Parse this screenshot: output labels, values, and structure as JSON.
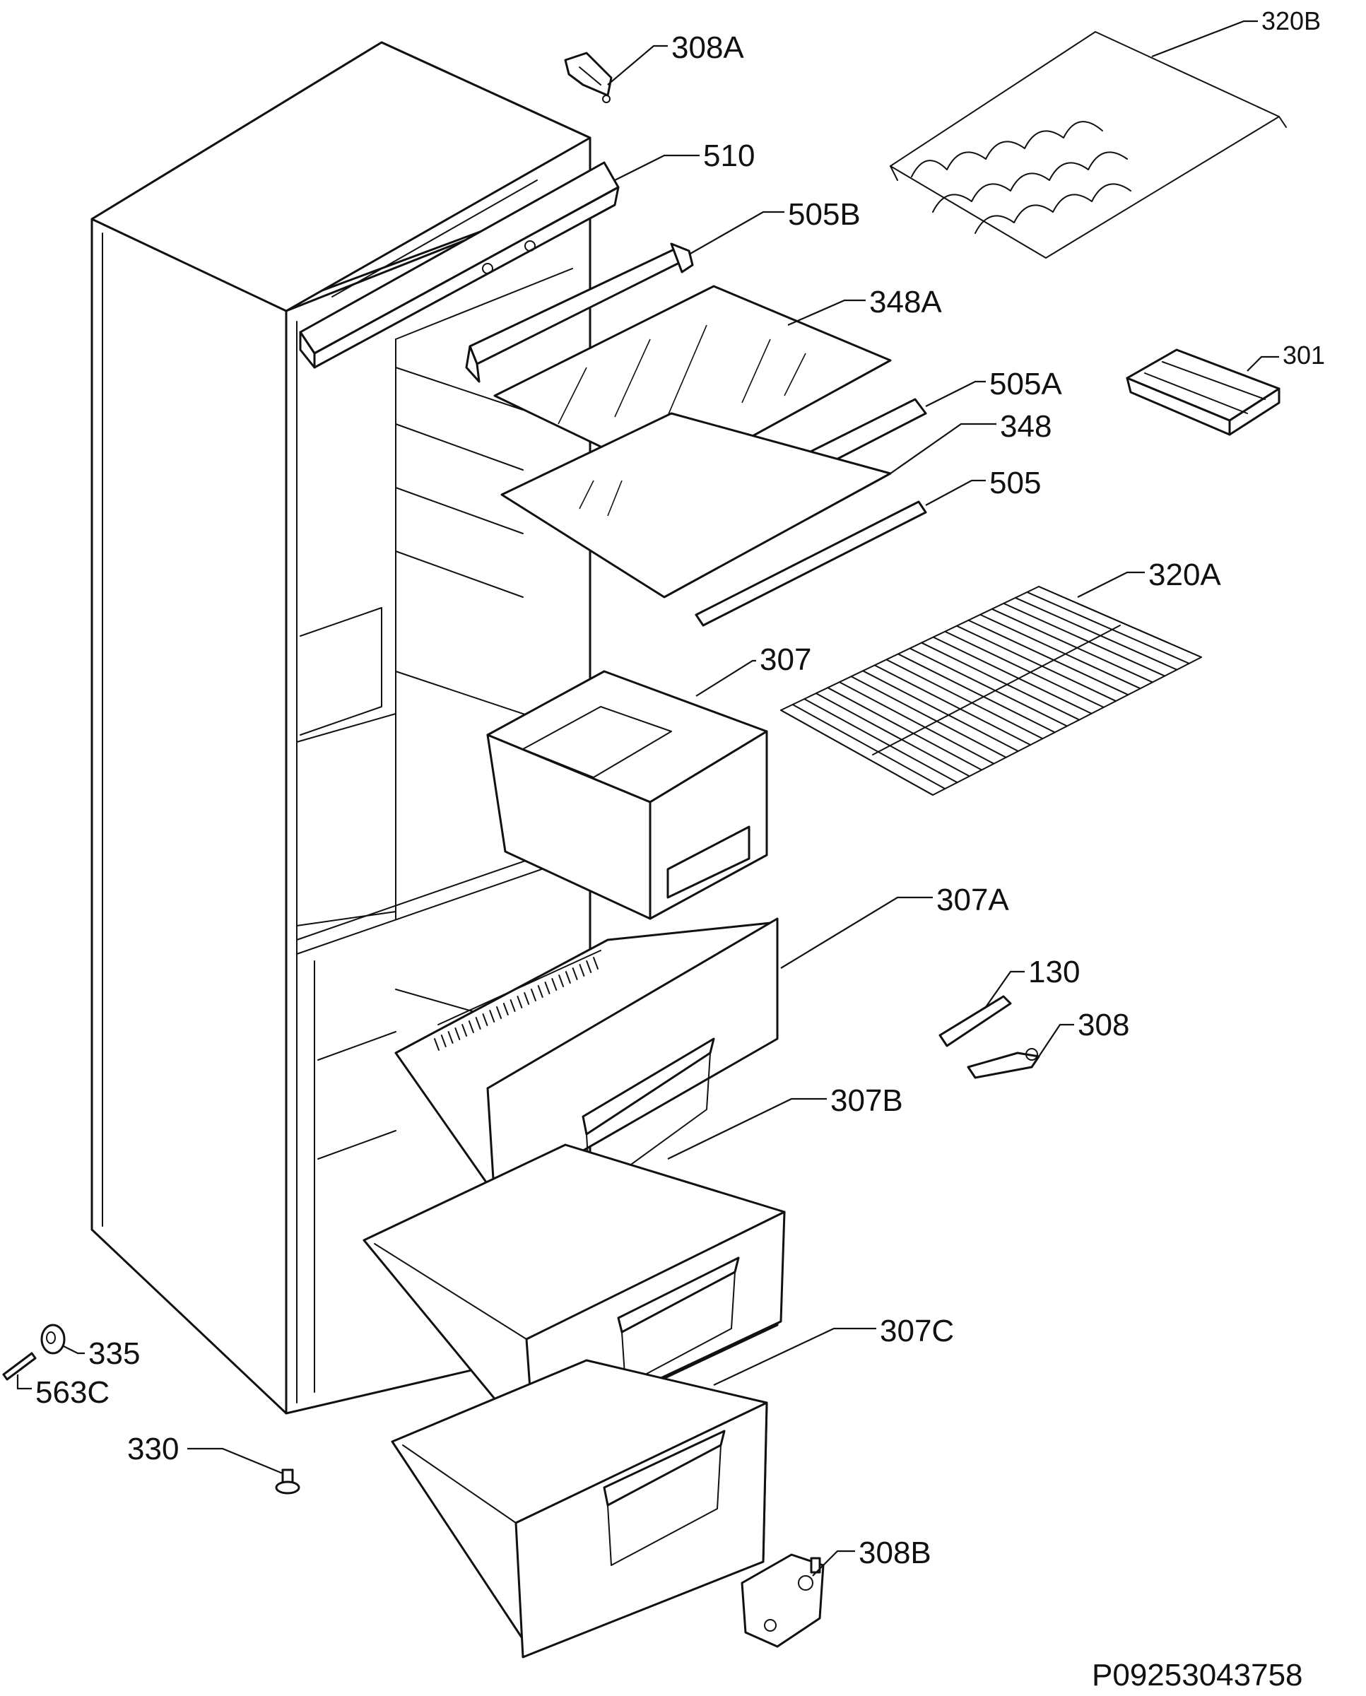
{
  "diagram": {
    "document_code": "P09253043758",
    "callouts": [
      {
        "id": "308A",
        "label": "308A"
      },
      {
        "id": "320B",
        "label": "320B"
      },
      {
        "id": "510",
        "label": "510"
      },
      {
        "id": "505B",
        "label": "505B"
      },
      {
        "id": "348A",
        "label": "348A"
      },
      {
        "id": "301",
        "label": "301"
      },
      {
        "id": "505A",
        "label": "505A"
      },
      {
        "id": "348",
        "label": "348"
      },
      {
        "id": "505",
        "label": "505"
      },
      {
        "id": "320A",
        "label": "320A"
      },
      {
        "id": "307",
        "label": "307"
      },
      {
        "id": "307A",
        "label": "307A"
      },
      {
        "id": "130",
        "label": "130"
      },
      {
        "id": "308",
        "label": "308"
      },
      {
        "id": "307B",
        "label": "307B"
      },
      {
        "id": "307C",
        "label": "307C"
      },
      {
        "id": "335",
        "label": "335"
      },
      {
        "id": "563C",
        "label": "563C"
      },
      {
        "id": "330",
        "label": "330"
      },
      {
        "id": "308B",
        "label": "308B"
      }
    ]
  }
}
